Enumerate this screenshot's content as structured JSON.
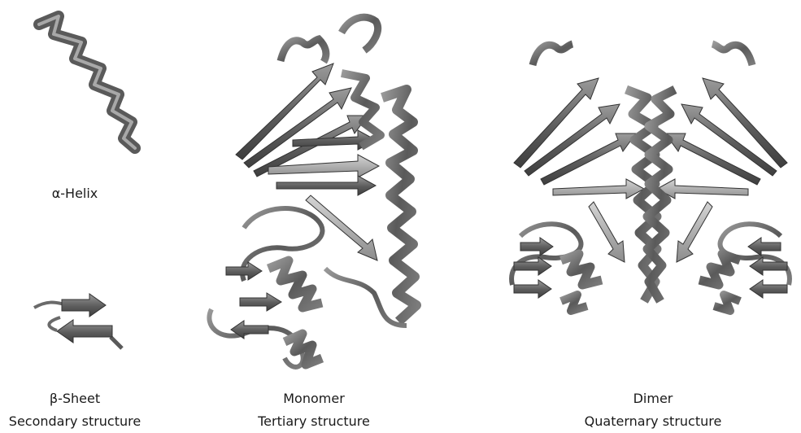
{
  "secondary": {
    "helix_label": "α-Helix",
    "sheet_label": "β-Sheet",
    "caption": "Secondary structure"
  },
  "tertiary": {
    "name": "Monomer",
    "caption": "Tertiary structure"
  },
  "quaternary": {
    "name": "Dimer",
    "caption": "Quaternary structure"
  }
}
